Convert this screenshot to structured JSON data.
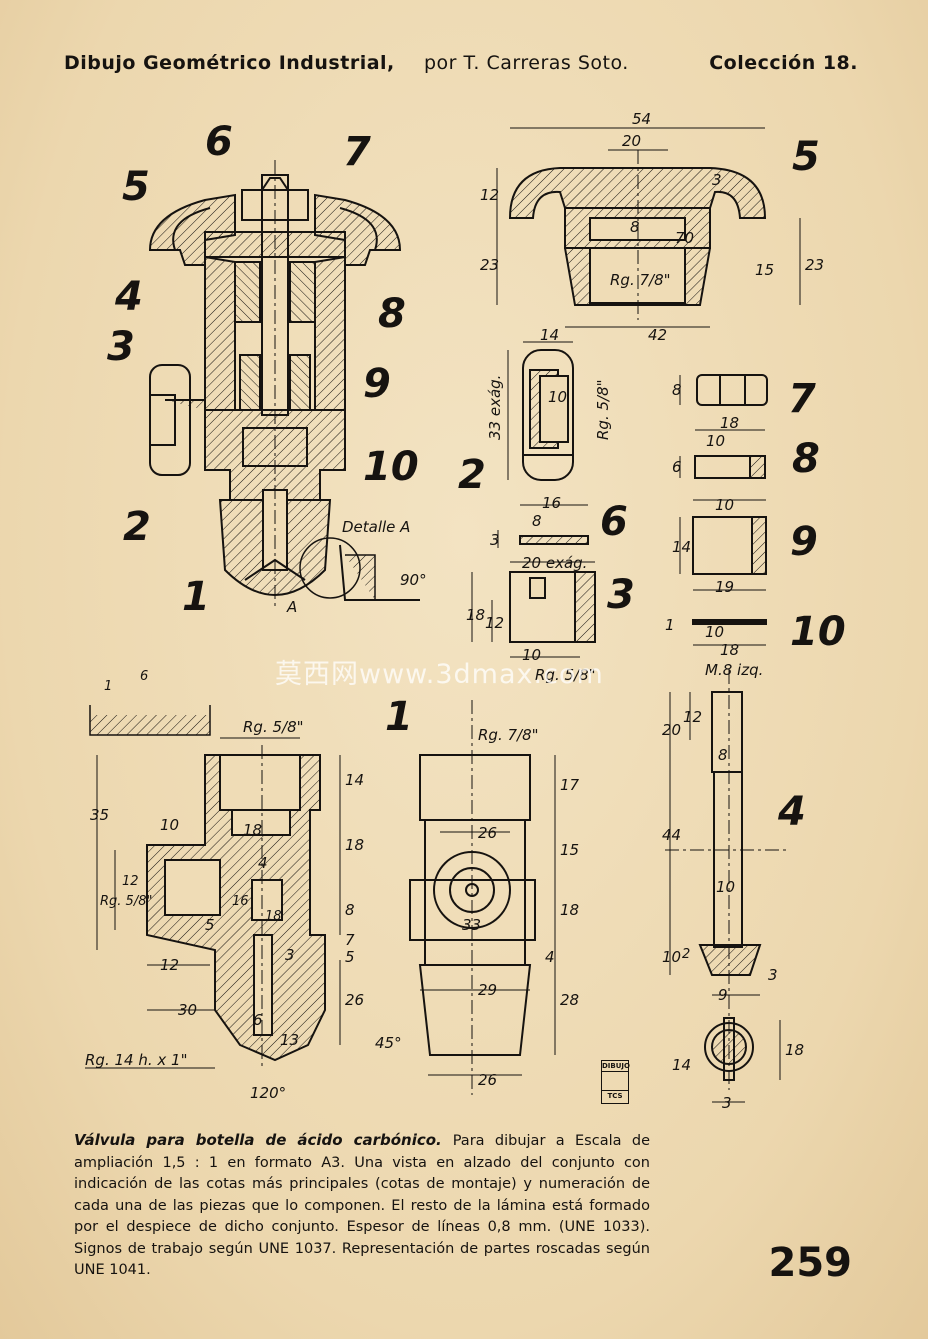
{
  "header": {
    "title": "Dibujo Geométrico Industrial,",
    "author": "por T. Carreras Soto.",
    "collection": "Colección 18."
  },
  "assembly_callouts": [
    "6",
    "7",
    "5",
    "4",
    "8",
    "3",
    "9",
    "10",
    "2",
    "1"
  ],
  "detail_label": "Detalle A",
  "detail_letter": "A",
  "detail_angle": "90°",
  "part5": {
    "callout": "5",
    "dims": [
      "54",
      "20",
      "12",
      "23",
      "8",
      "70",
      "3",
      "Rg. 7/8\"",
      "15",
      "23",
      "42"
    ]
  },
  "part2": {
    "callout": "2",
    "dims": [
      "14",
      "33 exág.",
      "10",
      "Rg. 5/8\""
    ]
  },
  "small_parts": [
    {
      "callout": "7",
      "dims": [
        "8"
      ]
    },
    {
      "callout": "8",
      "dims": [
        "18",
        "10",
        "6"
      ]
    },
    {
      "callout": "9",
      "dims": [
        "10",
        "14",
        "19"
      ]
    },
    {
      "callout": "10",
      "dims": [
        "1",
        "10",
        "18"
      ]
    }
  ],
  "part6": {
    "callout": "6",
    "dims": [
      "16",
      "8",
      "3"
    ]
  },
  "part3": {
    "callout": "3",
    "dims": [
      "20 exág.",
      "18",
      "12",
      "10",
      "Rg. 5/8\""
    ]
  },
  "body_section_dims": [
    "6",
    "1",
    "Rg. 5/8\"",
    "35",
    "14",
    "10",
    "18",
    "18",
    "Rg. 5/8\"",
    "12",
    "4",
    "16",
    "18",
    "8",
    "7",
    "5",
    "3",
    "5",
    "12",
    "30",
    "6",
    "13",
    "26",
    "Rg. 14 h. x 1\"",
    "120°"
  ],
  "part1": {
    "callout": "1",
    "dims": [
      "Rg. 7/8\"",
      "17",
      "26",
      "15",
      "33",
      "18",
      "4",
      "29",
      "28",
      "45°",
      "26"
    ]
  },
  "part4": {
    "callout": "4",
    "dims": [
      "M.8 izq.",
      "12",
      "20",
      "8",
      "44",
      "10",
      "10",
      "2",
      "9",
      "3",
      "14",
      "18",
      "3"
    ]
  },
  "stamp": {
    "top": "DIBUJO",
    "bottom": "TCS"
  },
  "watermark": "莫西网www.3dmax.com",
  "caption": {
    "title": "Válvula para botella de ácido carbónico.",
    "body": "Para dibujar a Escala de ampliación 1,5 : 1 en formato A3. Una vista en alzado del conjunto con indicación de las cotas más principales (cotas de montaje) y numeración de cada una de las piezas que lo componen. El resto de la lámina está formado por el despiece de dicho conjunto. Espesor de líneas 0,8 mm. (UNE 1033). Signos de trabajo según UNE 1037. Representación de partes roscadas según UNE 1041."
  },
  "page_number": "259"
}
